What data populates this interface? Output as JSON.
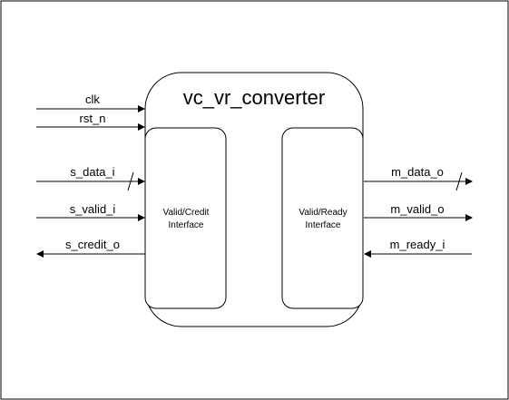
{
  "block": {
    "title": "vc_vr_converter",
    "left_interface": [
      "Valid/Credit",
      "Interface"
    ],
    "right_interface": [
      "Valid/Ready",
      "Interface"
    ]
  },
  "left_signals": {
    "clk": "clk",
    "rst_n": "rst_n",
    "s_data_i": "s_data_i",
    "s_valid_i": "s_valid_i",
    "s_credit_o": "s_credit_o"
  },
  "right_signals": {
    "m_data_o": "m_data_o",
    "m_valid_o": "m_valid_o",
    "m_ready_i": "m_ready_i"
  },
  "colors": {
    "stroke": "#000000",
    "background": "#ffffff"
  }
}
